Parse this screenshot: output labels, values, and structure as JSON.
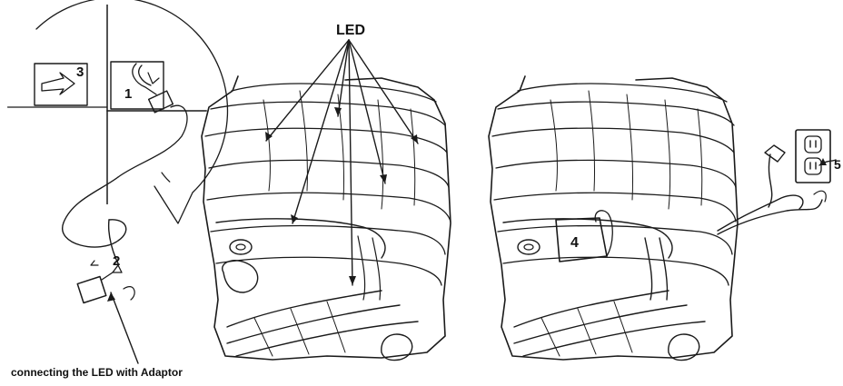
{
  "labels": {
    "led": "LED",
    "step1": "1",
    "step2": "2",
    "step3": "3",
    "step4": "4",
    "step5": "5",
    "caption": "connecting the LED with Adaptor"
  },
  "colors": {
    "ink": "#1a1a1a",
    "paper": "#ffffff",
    "shade": "#555555"
  }
}
